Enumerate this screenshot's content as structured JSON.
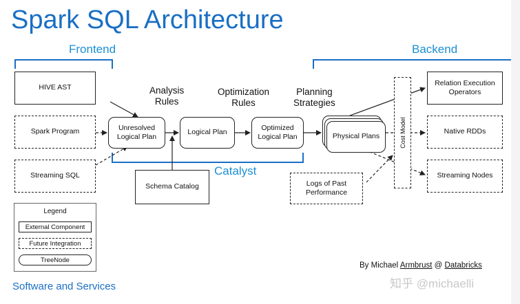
{
  "title": "Spark SQL Architecture",
  "sections": {
    "frontend": "Frontend",
    "backend": "Backend",
    "catalyst": "Catalyst"
  },
  "inputs": {
    "hive_ast": "HIVE AST",
    "spark_program": "Spark Program",
    "streaming_sql": "Streaming SQL"
  },
  "stages": {
    "analysis": "Analysis\nRules",
    "optimization": "Optimization\nRules",
    "planning": "Planning\nStrategies"
  },
  "plans": {
    "unresolved": "Unresolved\nLogical Plan",
    "logical": "Logical Plan",
    "optimized": "Optimized\nLogical Plan",
    "physical": "Physical Plans"
  },
  "schema_catalog": "Schema Catalog",
  "logs": "Logs of Past\nPerformance",
  "cost_model": "Cost Model",
  "outputs": {
    "relation": "Relation Execution\nOperators",
    "native_rdds": "Native RDDs",
    "streaming_nodes": "Streaming Nodes"
  },
  "legend": {
    "title": "Legend",
    "external": "External Component",
    "future": "Future Integration",
    "treenode": "TreeNode"
  },
  "byline": {
    "prefix": "By Michael ",
    "author": "Armbrust",
    "at": " @ ",
    "org": "Databricks"
  },
  "footer": "Software and Services",
  "watermark": "知乎 @michaelli"
}
